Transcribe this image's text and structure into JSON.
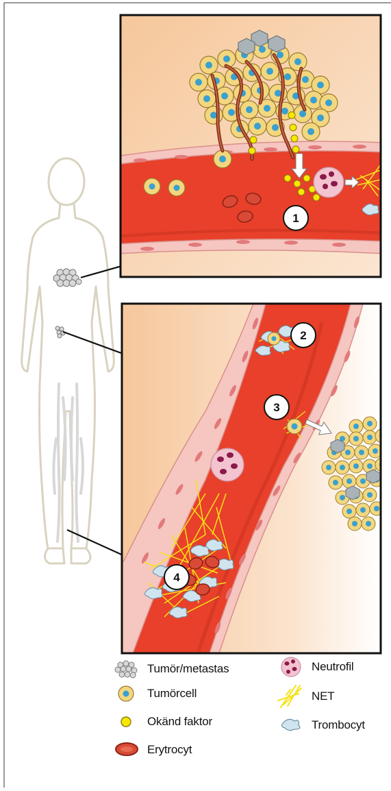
{
  "callouts": [
    "1",
    "2",
    "3",
    "4"
  ],
  "legend": [
    {
      "icon": "tumor-metastasis-icon",
      "label": "Tumör/metastas"
    },
    {
      "icon": "tumor-cell-icon",
      "label": "Tumörcell"
    },
    {
      "icon": "unknown-factor-icon",
      "label": "Okänd faktor"
    },
    {
      "icon": "erythrocyte-icon",
      "label": "Erytrocyt"
    },
    {
      "icon": "neutrophil-icon",
      "label": "Neutrofil"
    },
    {
      "icon": "net-icon",
      "label": "NET"
    },
    {
      "icon": "platelet-icon",
      "label": "Trombocyt"
    }
  ],
  "colors": {
    "vessel": "#e8402a",
    "vessel_dark": "#b82a1a",
    "vessel_wall": "#f6c7c3",
    "tumor_cell": "#f3d77f",
    "tumor_nucleus": "#3aa0cf",
    "factor": "#f7e800",
    "neutrophil": "#f3c3cf",
    "neutrophil_nucleus": "#8a1a4a",
    "net": "#f7e21a",
    "platelet": "#cfe4ef",
    "tissue": "#f7c9a0",
    "body_outline": "#d8d2bf"
  }
}
